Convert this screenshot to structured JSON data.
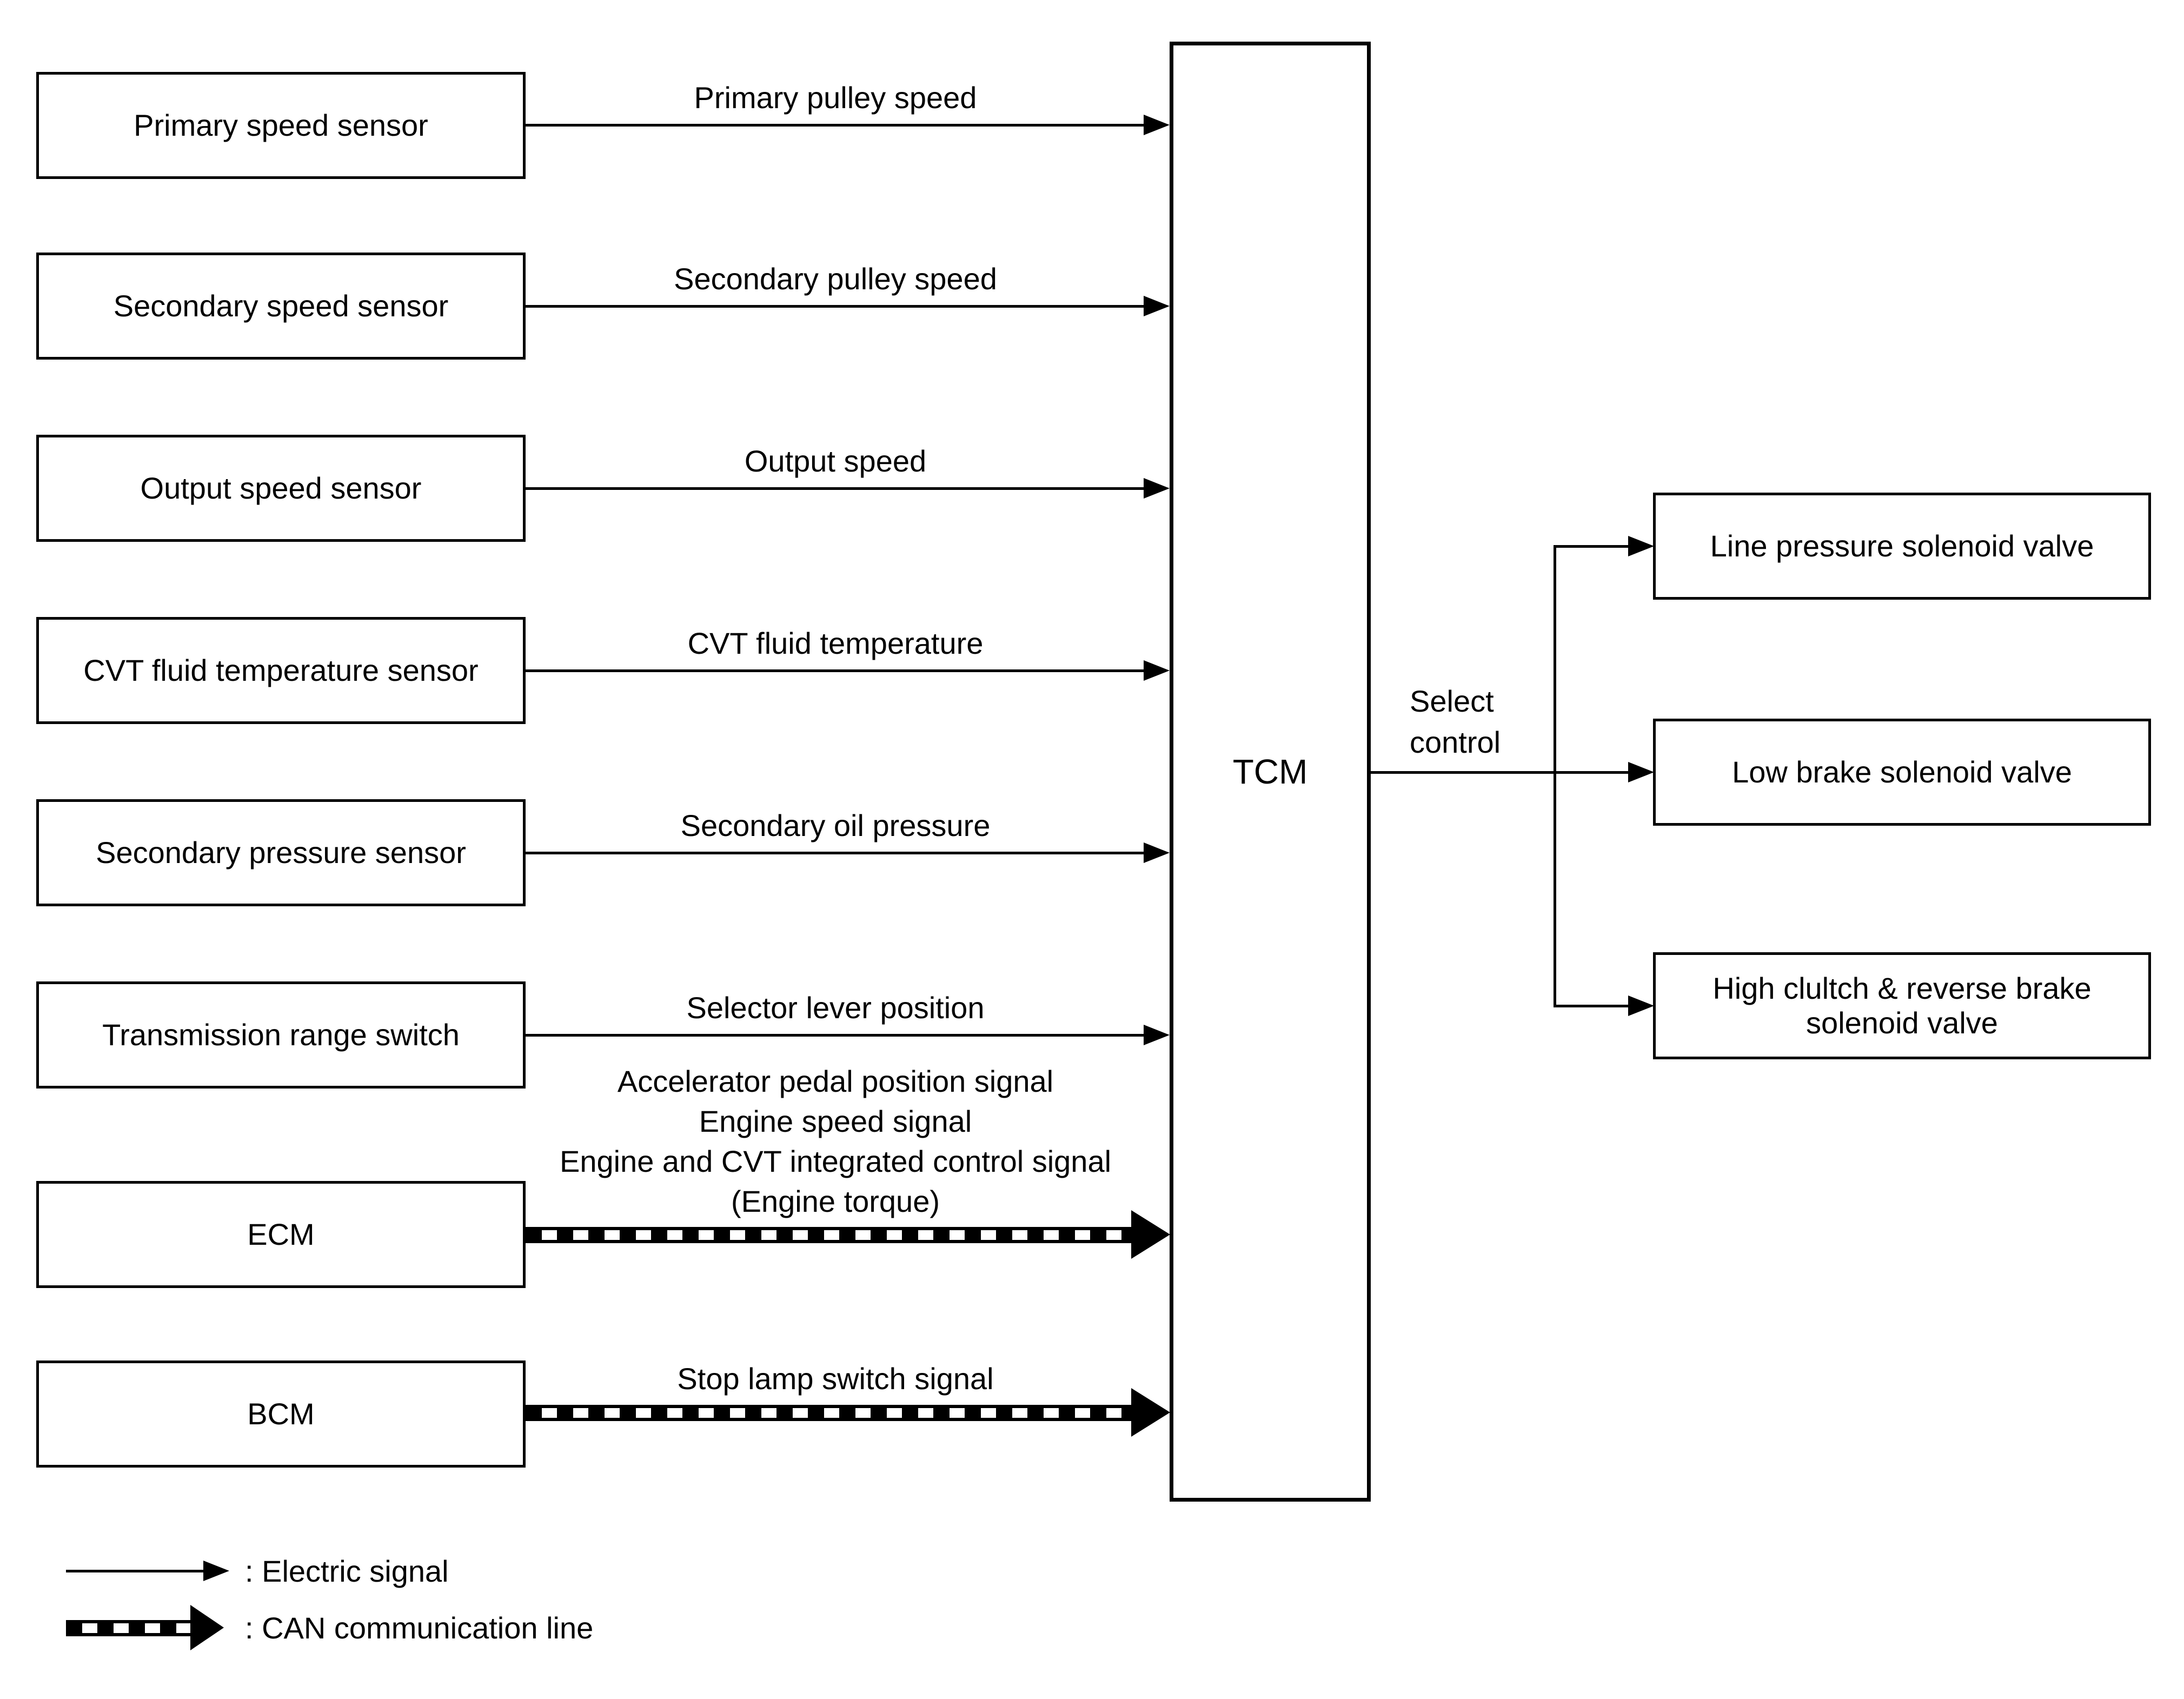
{
  "sensors": [
    {
      "label": "Primary speed sensor",
      "signal": "Primary pulley speed"
    },
    {
      "label": "Secondary speed sensor",
      "signal": "Secondary pulley speed"
    },
    {
      "label": "Output speed sensor",
      "signal": "Output speed"
    },
    {
      "label": "CVT fluid temperature sensor",
      "signal": "CVT fluid temperature"
    },
    {
      "label": "Secondary pressure sensor",
      "signal": "Secondary oil pressure"
    },
    {
      "label": "Transmission range switch",
      "signal": "Selector lever position"
    }
  ],
  "modules": [
    {
      "label": "ECM",
      "signal_lines": [
        "Accelerator pedal position signal",
        "Engine speed signal",
        "Engine and CVT integrated control signal",
        "(Engine torque)"
      ]
    },
    {
      "label": "BCM",
      "signal_lines": [
        "Stop lamp switch signal"
      ]
    }
  ],
  "controller": {
    "label": "TCM"
  },
  "select_control": {
    "line1": "Select",
    "line2": "control"
  },
  "actuators": [
    {
      "label": "Line pressure solenoid valve"
    },
    {
      "label": "Low brake solenoid valve"
    },
    {
      "label": "High clultch & reverse brake solenoid valve"
    }
  ],
  "legend": [
    {
      "symbol": "electric-arrow",
      "label": ": Electric signal"
    },
    {
      "symbol": "can-arrow",
      "label": ": CAN communication line"
    }
  ],
  "colors": {
    "ink": "#000000",
    "background": "#ffffff"
  }
}
